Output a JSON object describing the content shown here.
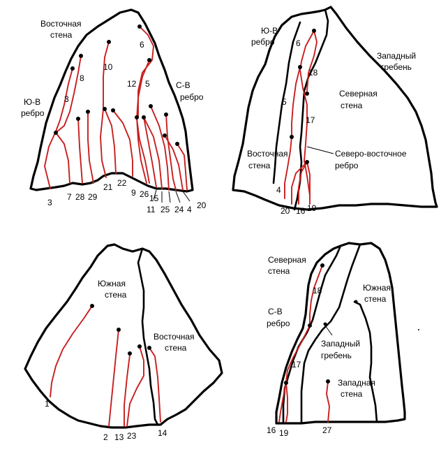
{
  "panels": {
    "top_left": {
      "labels": {
        "east_wall": [
          "Восточная",
          "стена"
        ],
        "se_ridge": [
          "Ю-В",
          "ребро"
        ],
        "ne_ridge": [
          "С-В",
          "ребро"
        ]
      },
      "route_numbers": [
        "3",
        "8",
        "10",
        "6",
        "12",
        "5",
        "3",
        "7",
        "28",
        "29",
        "21",
        "22",
        "9",
        "26",
        "15",
        "11",
        "25",
        "24",
        "4",
        "20"
      ]
    },
    "top_right": {
      "labels": {
        "se_ridge": [
          "Ю-В",
          "ребро"
        ],
        "west_ridge": [
          "Западный",
          "гребень"
        ],
        "north_wall": [
          "Северная",
          "стена"
        ],
        "east_wall": [
          "Восточная",
          "стена"
        ],
        "ne_ridge": [
          "Северо-восточное",
          "ребро"
        ]
      },
      "route_numbers": [
        "6",
        "18",
        "5",
        "17",
        "4",
        "20",
        "16",
        "19"
      ]
    },
    "bottom_left": {
      "labels": {
        "south_wall": [
          "Южная",
          "стена"
        ],
        "east_wall": [
          "Восточная",
          "стена"
        ]
      },
      "route_numbers": [
        "1",
        "2",
        "13",
        "23",
        "14"
      ]
    },
    "bottom_right": {
      "labels": {
        "north_wall": [
          "Северная",
          "стена"
        ],
        "south_wall": [
          "Южная",
          "стена"
        ],
        "ne_ridge": [
          "С-В",
          "ребро"
        ],
        "west_ridge": [
          "Западный",
          "гребень"
        ],
        "west_wall": [
          "Западная",
          "стена"
        ]
      },
      "route_numbers": [
        "18",
        "17",
        "16",
        "19",
        "27"
      ]
    }
  },
  "colors": {
    "route": "#c81e1e",
    "outline": "#000000"
  }
}
